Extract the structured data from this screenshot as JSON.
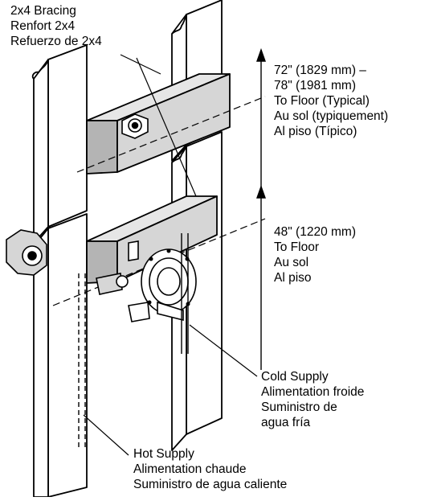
{
  "labels": {
    "bracing": {
      "en": "2x4 Bracing",
      "fr": "Renfort 2x4",
      "es": "Refuerzo de 2x4"
    },
    "height_top": {
      "line1": "72\" (1829 mm) –",
      "line2": "78\" (1981 mm)",
      "en": "To Floor (Typical)",
      "fr": "Au sol (typiquement)",
      "es": "Al piso (Típico)"
    },
    "height_bottom": {
      "line1": "48\" (1220 mm)",
      "en": "To Floor",
      "fr": "Au sol",
      "es": "Al piso"
    },
    "cold_supply": {
      "en": "Cold Supply",
      "fr": "Alimentation froide",
      "es_line1": "Suministro de",
      "es_line2": "agua fría"
    },
    "hot_supply": {
      "en": "Hot Supply",
      "fr": "Alimentation chaude",
      "es": "Suministro de agua caliente"
    }
  },
  "colors": {
    "line": "#000000",
    "wood": "#ffffff",
    "bracing_fill": "#d6d6d6",
    "bracing_shade": "#b4b4b4",
    "background": "#ffffff"
  }
}
